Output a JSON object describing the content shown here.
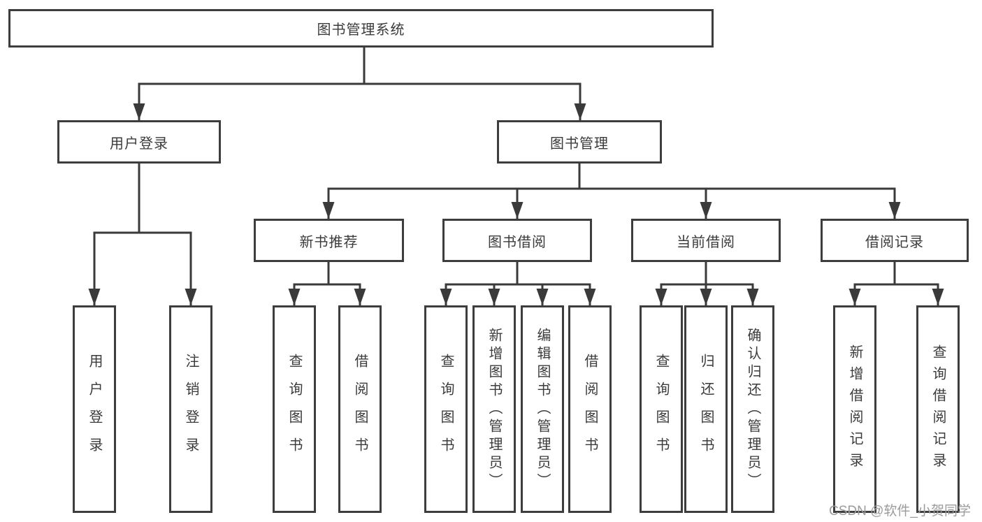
{
  "colors": {
    "line": "#3a3a3a",
    "box_border": "#3d3d3d",
    "text": "#3b3b3b",
    "watermark": "#9b9b9b",
    "background": "#ffffff"
  },
  "tree": {
    "label": "图书管理系统",
    "children": [
      {
        "label": "用户登录",
        "children": [
          {
            "label": "用户登录"
          },
          {
            "label": "注销登录"
          }
        ]
      },
      {
        "label": "图书管理",
        "children": [
          {
            "label": "新书推荐",
            "children": [
              {
                "label": "查询图书"
              },
              {
                "label": "借阅图书"
              }
            ]
          },
          {
            "label": "图书借阅",
            "children": [
              {
                "label": "查询图书"
              },
              {
                "label": "新增图书（管理员）"
              },
              {
                "label": "编辑图书（管理员）"
              },
              {
                "label": "借阅图书"
              }
            ]
          },
          {
            "label": "当前借阅",
            "children": [
              {
                "label": "查询图书"
              },
              {
                "label": "归还图书"
              },
              {
                "label": "确认归还（管理员）"
              }
            ]
          },
          {
            "label": "借阅记录",
            "children": [
              {
                "label": "新增借阅记录"
              },
              {
                "label": "查询借阅记录"
              }
            ]
          }
        ]
      }
    ]
  },
  "watermark": {
    "text": "CSDN @软件_小贺同学"
  }
}
